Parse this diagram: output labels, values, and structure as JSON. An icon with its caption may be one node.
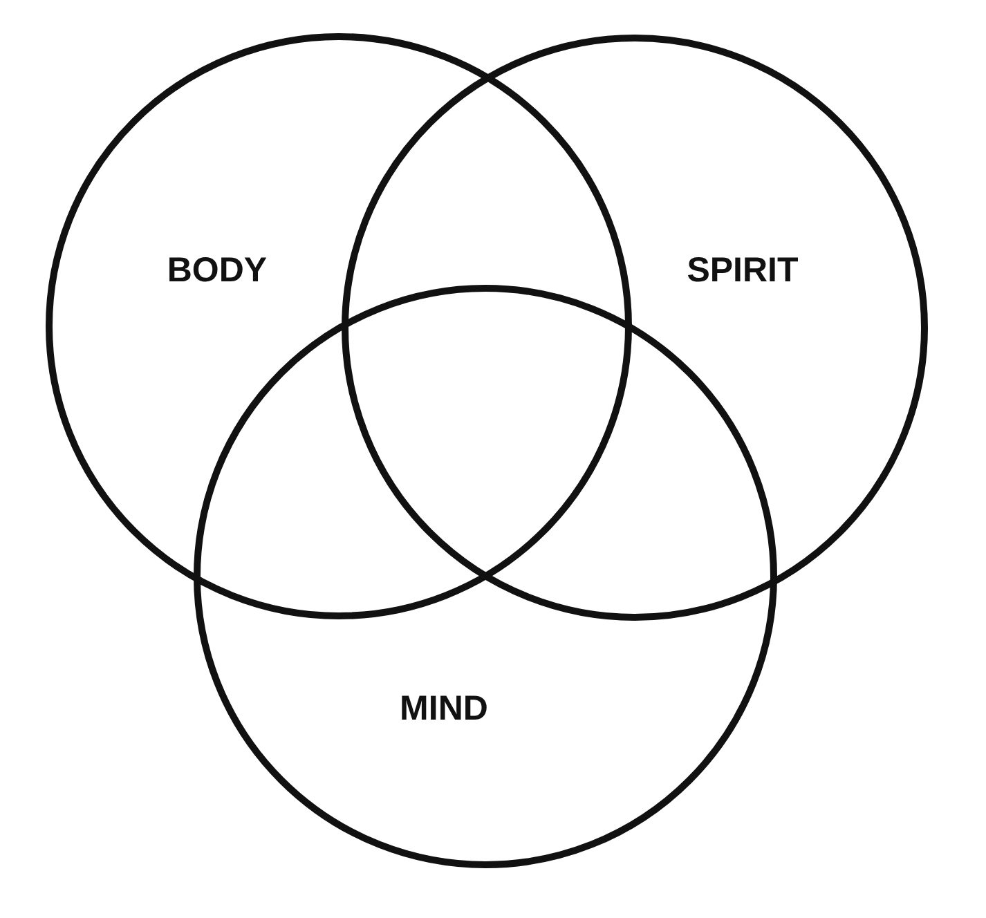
{
  "diagram": {
    "nodes": [
      {
        "text": [
          "BODY"
        ]
      },
      {
        "text": [
          "SPIRIT"
        ]
      },
      {
        "text": [
          "MIND"
        ]
      }
    ]
  }
}
